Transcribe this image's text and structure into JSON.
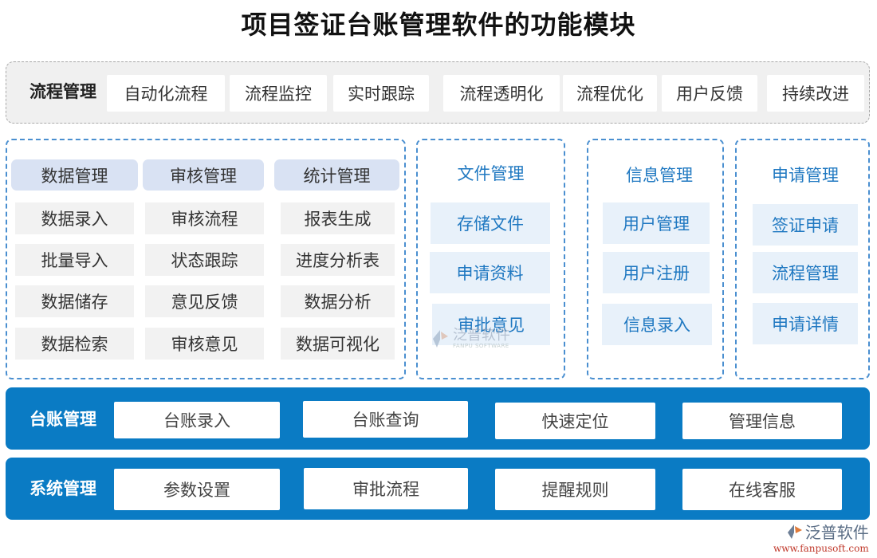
{
  "title": "项目签证台账管理软件的功能模块",
  "process": {
    "label": "流程管理",
    "items": [
      "自动化流程",
      "流程监控",
      "实时跟踪",
      "流程透明化",
      "流程优化",
      "用户反馈",
      "持续改进"
    ]
  },
  "left_group": {
    "columns": [
      {
        "header": "数据管理",
        "items": [
          "数据录入",
          "批量导入",
          "数据储存",
          "数据检索"
        ]
      },
      {
        "header": "审核管理",
        "items": [
          "审核流程",
          "状态跟踪",
          "意见反馈",
          "审核意见"
        ]
      },
      {
        "header": "统计管理",
        "items": [
          "报表生成",
          "进度分析表",
          "数据分析",
          "数据可视化"
        ]
      }
    ]
  },
  "file_group": {
    "header": "文件管理",
    "items": [
      "存储文件",
      "申请资料",
      "审批意见"
    ]
  },
  "info_group": {
    "header": "信息管理",
    "items": [
      "用户管理",
      "用户注册",
      "信息录入"
    ]
  },
  "apply_group": {
    "header": "申请管理",
    "items": [
      "签证申请",
      "流程管理",
      "申请详情"
    ]
  },
  "ledger_bar": {
    "label": "台账管理",
    "items": [
      "台账录入",
      "台账查询",
      "快速定位",
      "管理信息"
    ]
  },
  "system_bar": {
    "label": "系统管理",
    "items": [
      "参数设置",
      "审批流程",
      "提醒规则",
      "在线客服"
    ]
  },
  "watermark": {
    "text": "泛普软件",
    "sub": "FANPU SOFTWARE"
  },
  "logo": {
    "text": "泛普软件",
    "url": "www.fanpusoft.com"
  },
  "colors": {
    "accent_blue": "#0a7bc4",
    "header_blue_text": "#1f78c1",
    "dashed_border": "#4a8fd0",
    "header_bg": "#d9e2f3",
    "cell_blue_bg": "#e8f1fa"
  }
}
